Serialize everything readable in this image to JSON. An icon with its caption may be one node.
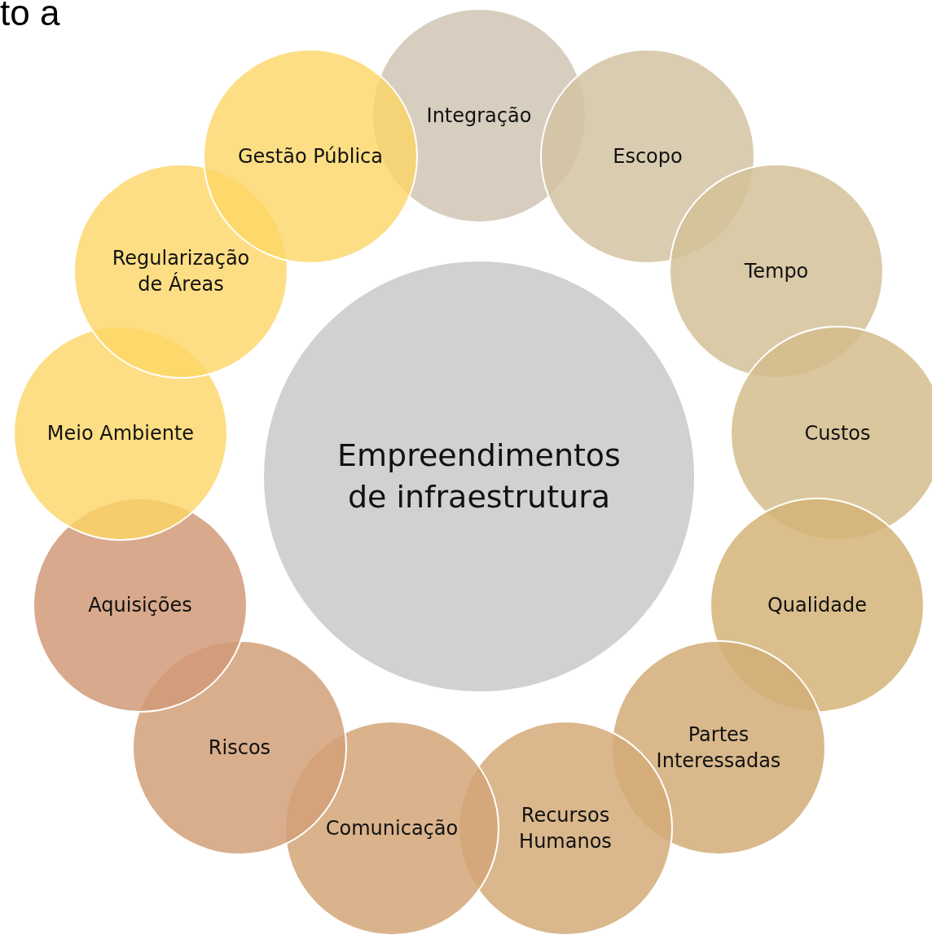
{
  "diagram": {
    "nodes": [
      {
        "text": [
          "Empreendimentos de infraestrutura"
        ]
      },
      {
        "text": [
          "Integração"
        ]
      },
      {
        "text": [
          "Escopo"
        ]
      },
      {
        "text": [
          "Tempo"
        ]
      },
      {
        "text": [
          "Custos"
        ]
      },
      {
        "text": [
          "Qualidade"
        ]
      },
      {
        "text": [
          "Partes Interessadas"
        ]
      },
      {
        "text": [
          "Recursos Humanos"
        ]
      },
      {
        "text": [
          "Comunicação"
        ]
      },
      {
        "text": [
          "Riscos"
        ]
      },
      {
        "text": [
          "Aquisições"
        ]
      },
      {
        "text": [
          "Meio Ambiente"
        ]
      },
      {
        "text": [
          "Regularização de Áreas"
        ]
      },
      {
        "text": [
          "Gestão Pública"
        ]
      }
    ],
    "edges": [],
    "labels": [
      "to a"
    ]
  }
}
